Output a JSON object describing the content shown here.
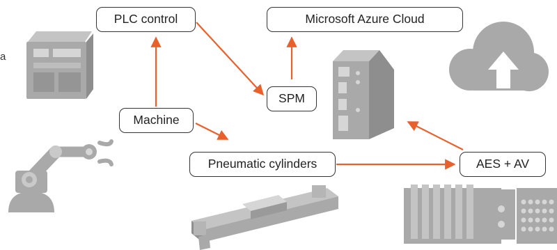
{
  "nodes": {
    "plc_control": "PLC control",
    "azure_cloud": "Microsoft Azure Cloud",
    "spm": "SPM",
    "machine": "Machine",
    "pneumatic_cylinders": "Pneumatic cylinders",
    "aes_av": "AES + AV"
  },
  "edge_fragment": "a",
  "colors": {
    "arrow": "#e8612c",
    "device_fill": "#a9a9a9",
    "device_light": "#c4c4c4",
    "device_dark": "#8e8e8e",
    "node_border": "#333333"
  },
  "icons": [
    "plc-device-icon",
    "robot-arm-icon",
    "iot-gateway-icon",
    "cloud-upload-icon",
    "linear-actuator-icon",
    "valve-manifold-icon"
  ]
}
